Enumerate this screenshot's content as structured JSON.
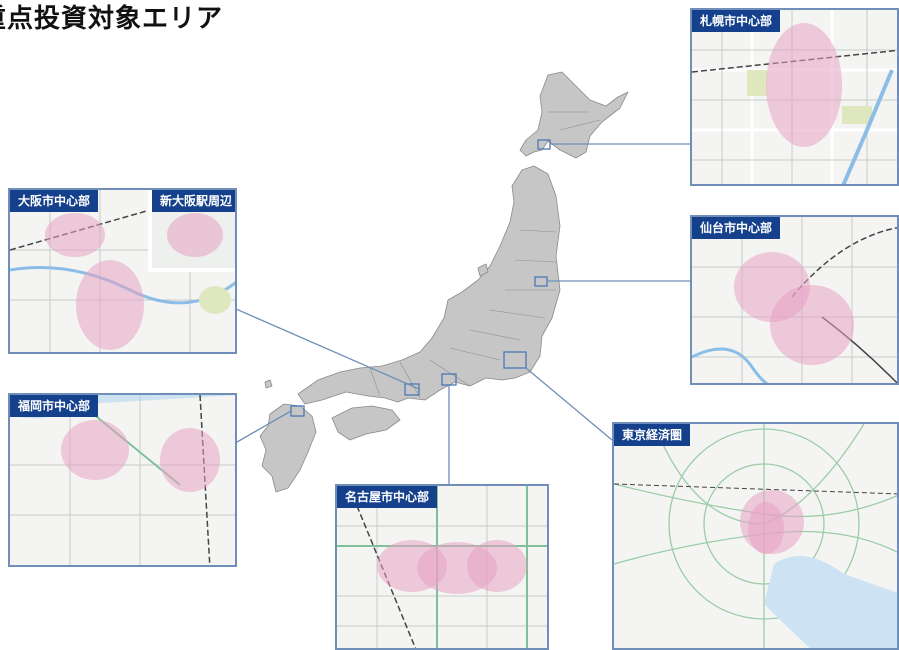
{
  "page": {
    "title": "重点投資対象エリア"
  },
  "insets": {
    "sapporo": {
      "label": "札幌市中心部"
    },
    "sendai": {
      "label": "仙台市中心部"
    },
    "osaka": {
      "label": "大阪市中心部"
    },
    "shin_osaka": {
      "label": "新大阪駅周辺"
    },
    "fukuoka": {
      "label": "福岡市中心部"
    },
    "nagoya": {
      "label": "名古屋市中心部"
    },
    "tokyo": {
      "label": "東京経済圏"
    }
  },
  "colors": {
    "label_bg": "#15418c",
    "highlight": "#e7a3c3",
    "japan_fill": "#c7c7c7",
    "connector": "#6f8fb8"
  }
}
